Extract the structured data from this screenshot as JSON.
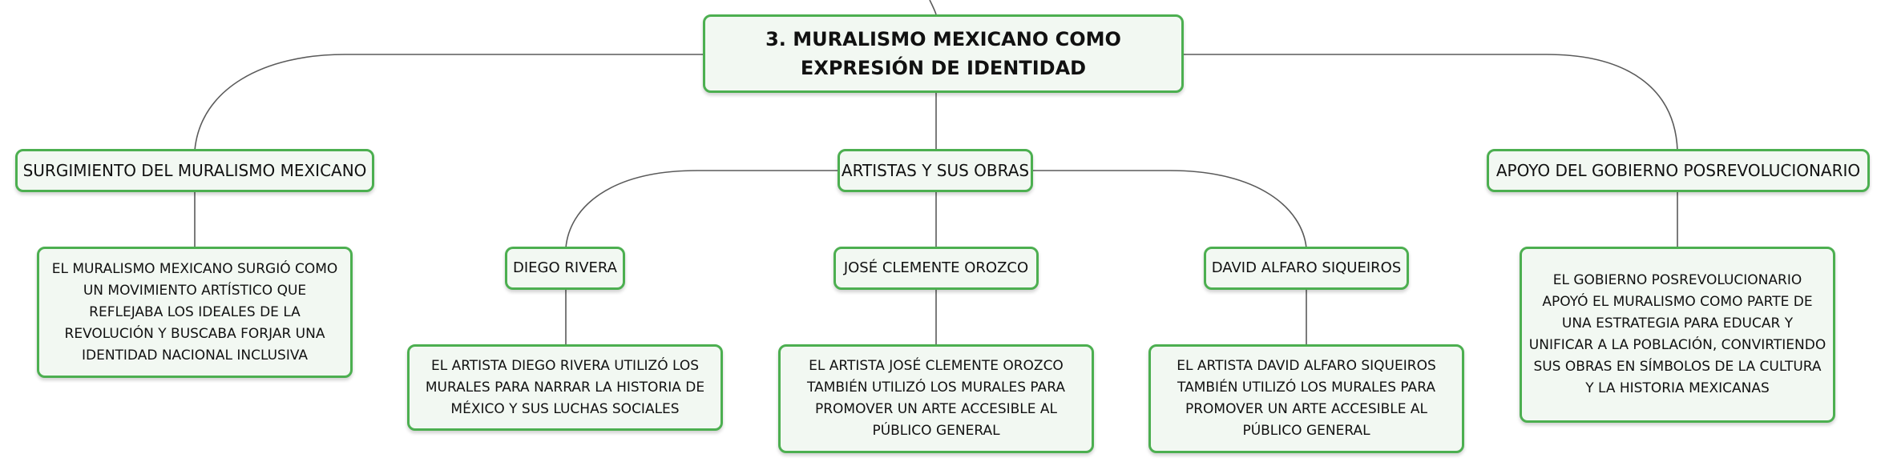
{
  "root": {
    "title": "3. MURALISMO MEXICANO COMO EXPRESIÓN DE IDENTIDAD"
  },
  "branches": {
    "origin": {
      "title": "SURGIMIENTO DEL MURALISMO MEXICANO",
      "description": "EL MURALISMO MEXICANO SURGIÓ COMO UN MOVIMIENTO ARTÍSTICO QUE REFLEJABA LOS IDEALES DE LA REVOLUCIÓN Y BUSCABA FORJAR UNA IDENTIDAD NACIONAL INCLUSIVA"
    },
    "artists": {
      "title": "ARTISTAS Y SUS OBRAS",
      "items": [
        {
          "name": "DIEGO RIVERA",
          "description": "EL ARTISTA DIEGO RIVERA UTILIZÓ LOS MURALES PARA NARRAR LA HISTORIA DE MÉXICO Y SUS LUCHAS SOCIALES"
        },
        {
          "name": "JOSÉ CLEMENTE OROZCO",
          "description": "EL ARTISTA JOSÉ CLEMENTE OROZCO TAMBIÉN UTILIZÓ LOS MURALES PARA PROMOVER UN ARTE ACCESIBLE AL PÚBLICO GENERAL"
        },
        {
          "name": "DAVID ALFARO SIQUEIROS",
          "description": "EL ARTISTA DAVID ALFARO SIQUEIROS TAMBIÉN UTILIZÓ LOS MURALES PARA PROMOVER UN ARTE ACCESIBLE AL PÚBLICO GENERAL"
        }
      ]
    },
    "government": {
      "title": "APOYO DEL GOBIERNO POSREVOLUCIONARIO",
      "description": "EL GOBIERNO POSREVOLUCIONARIO APOYÓ EL MURALISMO COMO PARTE DE UNA ESTRATEGIA PARA EDUCAR Y UNIFICAR A LA POBLACIÓN, CONVIRTIENDO SUS OBRAS EN SÍMBOLOS DE LA CULTURA Y LA HISTORIA MEXICANAS"
    }
  },
  "colors": {
    "node_border": "#4caf50",
    "node_fill": "#f2f8f2",
    "connector": "#5a5a5a"
  }
}
